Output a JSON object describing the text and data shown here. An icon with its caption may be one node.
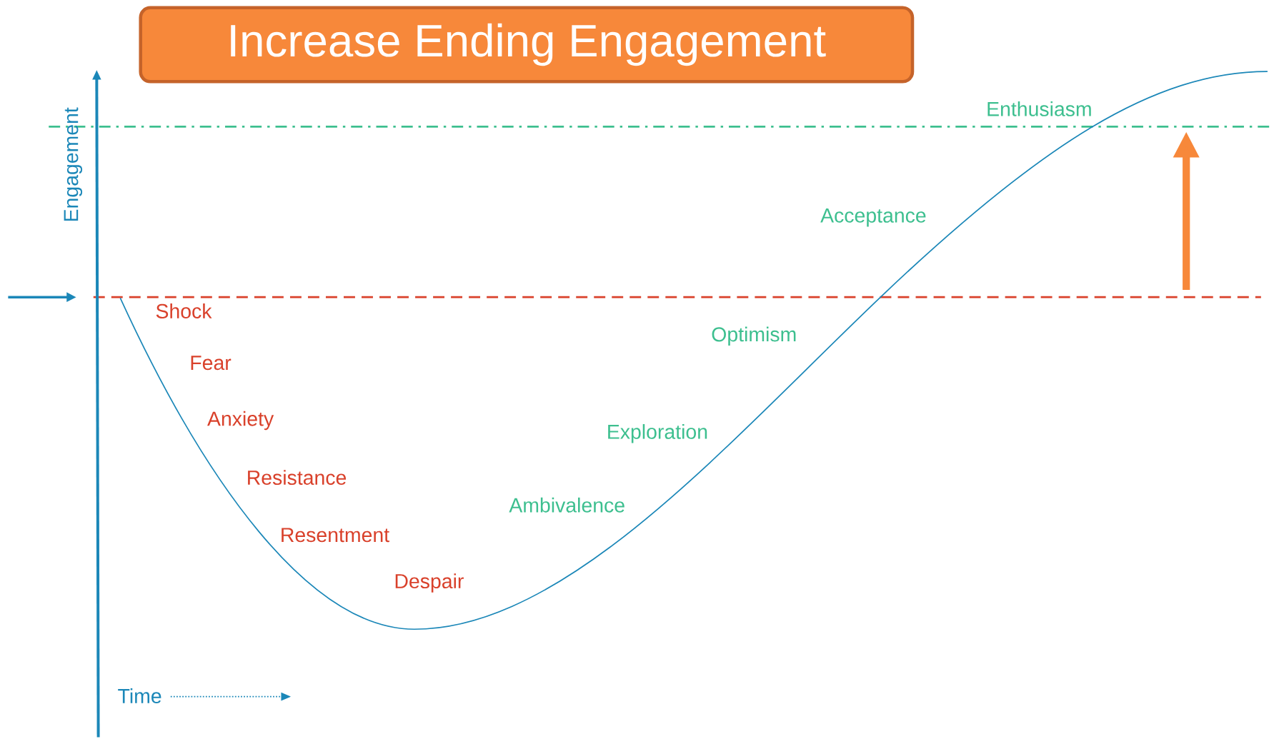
{
  "diagram": {
    "title": "Increase Ending Engagement",
    "labels": [
      "Engagement",
      "Time",
      "Shock",
      "Fear",
      "Anxiety",
      "Resistance",
      "Resentment",
      "Despair",
      "Ambivalence",
      "Exploration",
      "Optimism",
      "Acceptance",
      "Enthusiasm"
    ]
  }
}
